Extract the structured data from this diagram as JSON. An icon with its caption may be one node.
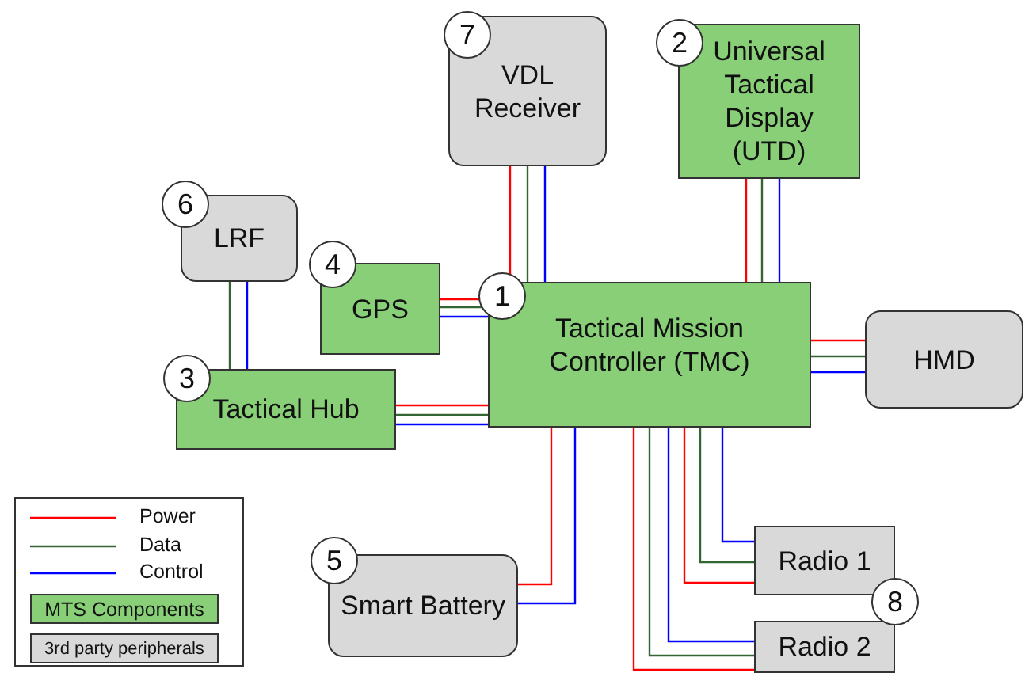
{
  "diagram": {
    "nodes": [
      {
        "text": [
          "Tactical Mission Controller (TMC)"
        ]
      },
      {
        "text": [
          "VDL Receiver"
        ]
      },
      {
        "text": [
          "Universal Tactical Display (UTD)"
        ]
      },
      {
        "text": [
          "LRF"
        ]
      },
      {
        "text": [
          "GPS"
        ]
      },
      {
        "text": [
          "Tactical Hub"
        ]
      },
      {
        "text": [
          "HMD"
        ]
      },
      {
        "text": [
          "Smart Battery"
        ]
      },
      {
        "text": [
          "Radio 1"
        ]
      },
      {
        "text": [
          "Radio 2"
        ]
      }
    ],
    "edges": [
      {
        "from": 1,
        "to": 0,
        "arrow": "none",
        "color": "#ff0000"
      },
      {
        "from": 1,
        "to": 0,
        "arrow": "none",
        "color": "#336633"
      },
      {
        "from": 1,
        "to": 0,
        "arrow": "none",
        "color": "#0000ff"
      },
      {
        "from": 2,
        "to": 0,
        "arrow": "none",
        "color": "#ff0000"
      },
      {
        "from": 2,
        "to": 0,
        "arrow": "none",
        "color": "#336633"
      },
      {
        "from": 2,
        "to": 0,
        "arrow": "none",
        "color": "#0000ff"
      },
      {
        "from": 3,
        "to": 5,
        "arrow": "none",
        "color": "#336633"
      },
      {
        "from": 3,
        "to": 5,
        "arrow": "none",
        "color": "#0000ff"
      },
      {
        "from": 4,
        "to": 0,
        "arrow": "none",
        "color": "#ff0000"
      },
      {
        "from": 4,
        "to": 0,
        "arrow": "none",
        "color": "#336633"
      },
      {
        "from": 4,
        "to": 0,
        "arrow": "none",
        "color": "#0000ff"
      },
      {
        "from": 5,
        "to": 0,
        "arrow": "none",
        "color": "#ff0000"
      },
      {
        "from": 5,
        "to": 0,
        "arrow": "none",
        "color": "#336633"
      },
      {
        "from": 5,
        "to": 0,
        "arrow": "none",
        "color": "#0000ff"
      },
      {
        "from": 0,
        "to": 6,
        "arrow": "none",
        "color": "#ff0000"
      },
      {
        "from": 0,
        "to": 6,
        "arrow": "none",
        "color": "#336633"
      },
      {
        "from": 0,
        "to": 6,
        "arrow": "none",
        "color": "#0000ff"
      },
      {
        "from": 0,
        "to": 7,
        "arrow": "none",
        "color": "#ff0000"
      },
      {
        "from": 0,
        "to": 7,
        "arrow": "none",
        "color": "#0000ff"
      },
      {
        "from": 0,
        "to": 8,
        "arrow": "none",
        "color": "#ff0000"
      },
      {
        "from": 0,
        "to": 8,
        "arrow": "none",
        "color": "#336633"
      },
      {
        "from": 0,
        "to": 8,
        "arrow": "none",
        "color": "#0000ff"
      },
      {
        "from": 0,
        "to": 9,
        "arrow": "none",
        "color": "#ff0000"
      },
      {
        "from": 0,
        "to": 9,
        "arrow": "none",
        "color": "#336633"
      },
      {
        "from": 0,
        "to": 9,
        "arrow": "none",
        "color": "#0000ff"
      }
    ],
    "labels": [
      "7",
      "2",
      "6",
      "4",
      "1",
      "3",
      "5",
      "8"
    ],
    "legend": [
      {
        "text": "Power"
      },
      {
        "text": "Data"
      },
      {
        "text": "Control"
      },
      {
        "text": "MTS Components",
        "color": "#88cf78"
      },
      {
        "text": "3rd party peripherals",
        "color": "#d9d9d9"
      }
    ]
  }
}
